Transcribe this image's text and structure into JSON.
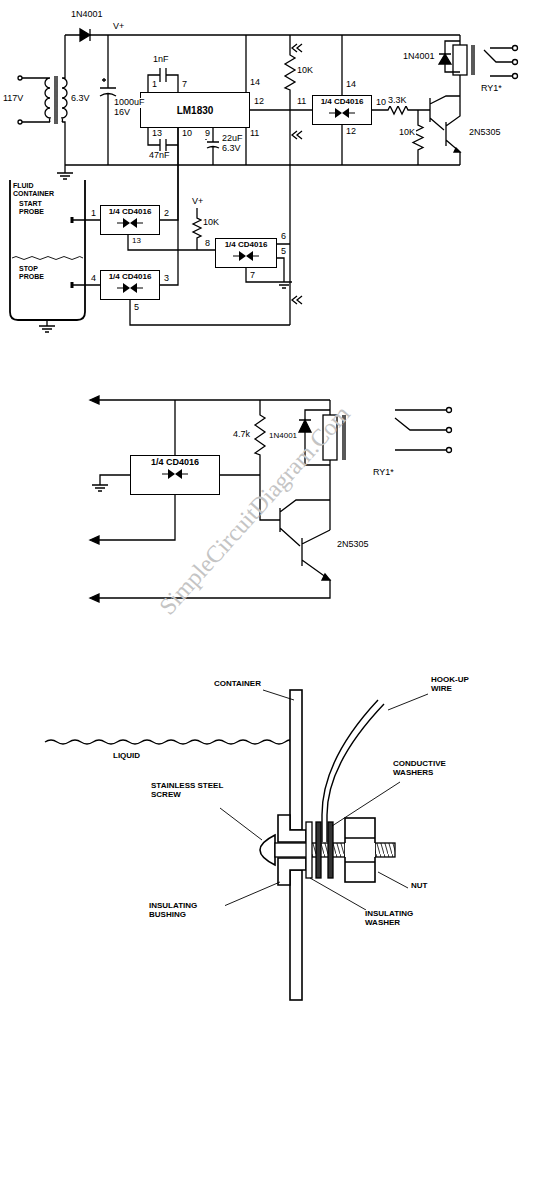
{
  "diagram": {
    "nodes": [
      {
        "text": [
          "LM1830"
        ]
      },
      {
        "text": [
          "1/4 CD4016"
        ]
      },
      {
        "text": [
          "1/4 CD4016"
        ]
      },
      {
        "text": [
          "1/4 CD4016"
        ]
      },
      {
        "text": [
          "1/4 CD4016"
        ]
      },
      {
        "text": [
          "1/4 CD4016"
        ]
      }
    ],
    "edges": [
      {
        "from": 0,
        "to": 1,
        "arrow": "none"
      },
      {
        "from": 2,
        "to": 0,
        "arrow": "none"
      },
      {
        "from": 3,
        "to": 0,
        "arrow": "none"
      },
      {
        "from": 4,
        "to": 2,
        "arrow": "none"
      }
    ],
    "labels": [
      "1N4001",
      "V+",
      "117V",
      "6.3V",
      "1000uF",
      "16V",
      "1nF",
      "1",
      "7",
      "14",
      "12",
      "13",
      "10",
      "9",
      "11",
      "47nF",
      "22uF",
      "6.3V",
      "10K",
      "1N4001",
      "14",
      "11",
      "10",
      "12",
      "3.3K",
      "10K",
      "2N5305",
      "RY1*",
      "FLUID CONTAINER",
      "START PROBE",
      "1",
      "2",
      "13",
      "STOP PROBE",
      "4",
      "3",
      "5",
      "V+",
      "10K",
      "8",
      "6",
      "5",
      "7",
      "4.7k",
      "1N4001",
      "RY1*",
      "2N5305",
      "SimpleCircuitDiagram.Com",
      "CONTAINER",
      "HOOK-UP WIRE",
      "LIQUID",
      "CONDUCTIVE WASHERS",
      "STAINLESS STEEL SCREW",
      "NUT",
      "INSULATING BUSHING",
      "INSULATING WASHER"
    ]
  }
}
